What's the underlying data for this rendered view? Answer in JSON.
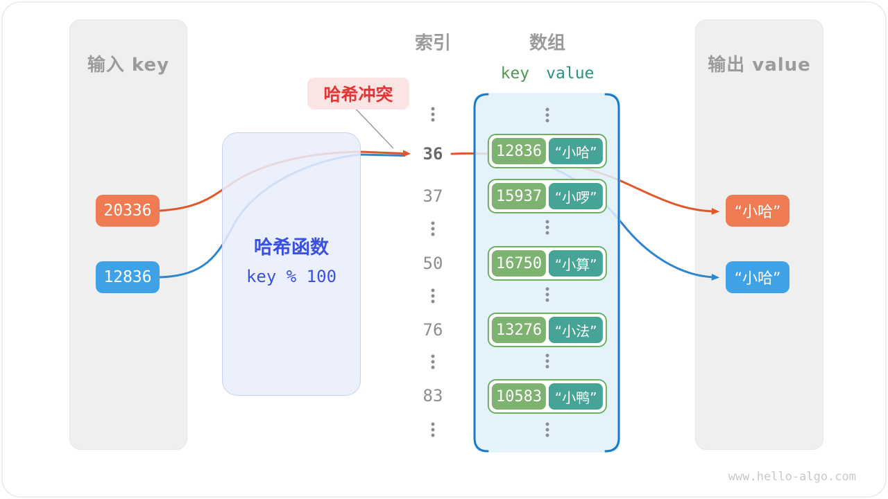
{
  "diagram": {
    "collision_label": "哈希冲突",
    "watermark": "www.hello-algo.com"
  },
  "panels": {
    "input": {
      "title": "输入 key",
      "items": [
        {
          "label": "20336",
          "color": "#ef7b52"
        },
        {
          "label": "12836",
          "color": "#3fa2e6"
        }
      ]
    },
    "output": {
      "title": "输出 value",
      "items": [
        {
          "label": "“小哈”",
          "color": "#ef7b52"
        },
        {
          "label": "“小哈”",
          "color": "#3fa2e6"
        }
      ]
    }
  },
  "hash_function": {
    "title": "哈希函数",
    "formula": "key % 100"
  },
  "columns": {
    "index_header": "索引",
    "array_header": "数组",
    "key_header": "key",
    "value_header": "value"
  },
  "index_column": {
    "values": [
      "36",
      "37",
      "50",
      "76",
      "83"
    ],
    "highlighted": "36"
  },
  "array": {
    "pairs": [
      {
        "key": "12836",
        "value": "“小哈”"
      },
      {
        "key": "15937",
        "value": "“小啰”"
      },
      {
        "key": "16750",
        "value": "“小算”"
      },
      {
        "key": "13276",
        "value": "“小法”"
      },
      {
        "key": "10583",
        "value": "“小鸭”"
      }
    ]
  },
  "colors": {
    "panel_bg": "#efefef",
    "orange_box": "#ef7b52",
    "blue_box": "#3fa2e6",
    "orange_line": "#e2572a",
    "blue_line": "#2e86d0",
    "array_border": "#1a7ac6",
    "array_bg": "#e1f0fb",
    "pair_border": "#6cb05f",
    "key_cell": "#7eb271",
    "value_cell": "#45a496",
    "hash_box_bg": "#e9edfc",
    "hash_text": "#3a51de",
    "collision_bg": "#fbe4e4",
    "collision_text": "#e23636"
  }
}
